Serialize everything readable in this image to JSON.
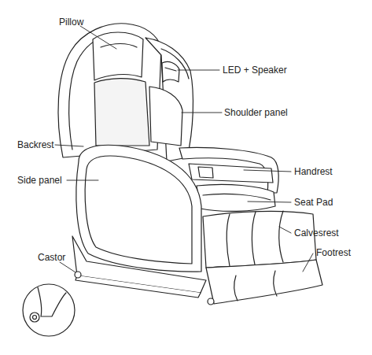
{
  "diagram": {
    "labels": [
      "Pillow",
      "LED + Speaker",
      "Shoulder panel",
      "Backrest",
      "Side panel",
      "Handrest",
      "Seat Pad",
      "Calvesrest",
      "Footrest",
      "Castor"
    ]
  }
}
